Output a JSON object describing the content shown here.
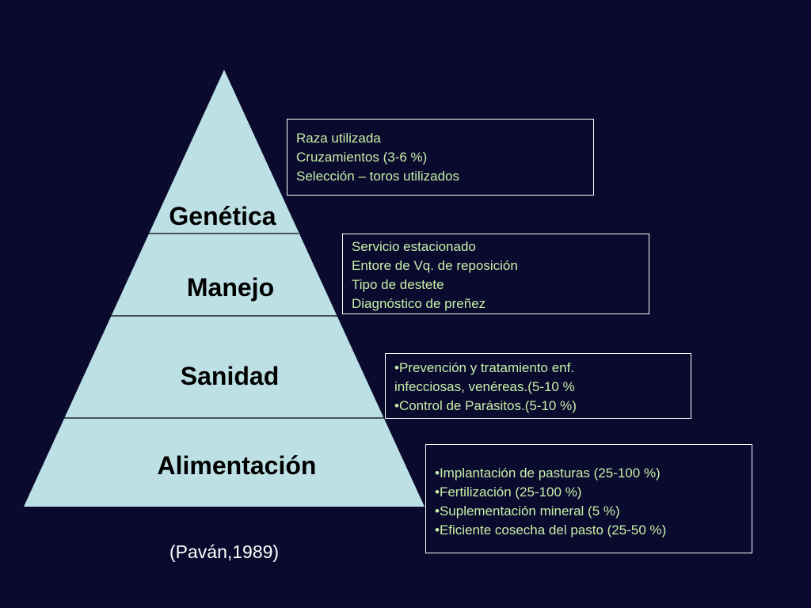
{
  "colors": {
    "background": "#0a0a2e",
    "pyramid_fill": "#bde0e4",
    "divider": "#000000",
    "box_border": "#ffffff",
    "box_text": "#c8f0a8",
    "citation_text": "#ffffff"
  },
  "levels": [
    {
      "label": "Genética"
    },
    {
      "label": "Manejo"
    },
    {
      "label": "Sanidad"
    },
    {
      "label": "Alimentación"
    }
  ],
  "boxes": [
    {
      "lines": [
        "Raza utilizada",
        "Cruzamientos (3-6 %)",
        "Selección – toros utilizados"
      ]
    },
    {
      "lines": [
        "Servicio estacionado",
        "Entore de Vq. de reposición",
        "Tipo de destete",
        "Diagnóstico de preñez"
      ]
    },
    {
      "lines": [
        "•Prevención y tratamiento enf.",
        "infecciosas, venéreas.(5-10 %",
        "•Control de Parásitos.(5-10 %)"
      ]
    },
    {
      "lines": [
        "•Implantación de pasturas (25-100 %)",
        "•Fertilización (25-100 %)",
        "•Suplementación mineral (5 %)",
        "•Eficiente cosecha del pasto (25-50 %)"
      ]
    }
  ],
  "citation": "(Paván,1989)"
}
